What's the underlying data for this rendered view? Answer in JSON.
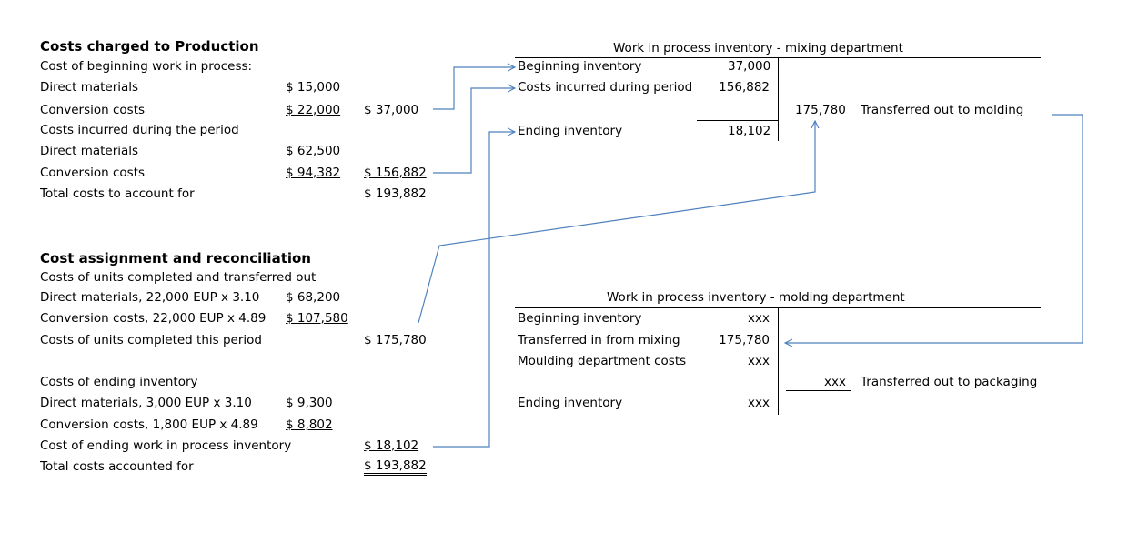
{
  "left": {
    "section1": {
      "title": "Costs charged to Production",
      "begin_header": "Cost of beginning work in process:",
      "dm_label": "Direct materials",
      "dm_value": "$  15,000",
      "cc_label": "Conversion costs",
      "cc_value": "$  22,000",
      "begin_total": "$  37,000",
      "incurred_header": "Costs incurred during the period",
      "dm2_label": "Direct materials",
      "dm2_value": "$  62,500",
      "cc2_label": "Conversion costs",
      "cc2_value": "$  94,382",
      "incurred_total": "$ 156,882",
      "total_label": "Total costs to account for",
      "total_value": "$ 193,882"
    },
    "section2": {
      "title": "Cost assignment and reconciliation",
      "completed_header": "Costs of units completed and transferred out",
      "dm_label": "Direct materials, 22,000 EUP x 3.10",
      "dm_value": "$  68,200",
      "cc_label": "Conversion costs, 22,000 EUP x 4.89",
      "cc_value": "$ 107,580",
      "completed_label": "Costs of units completed this period",
      "completed_value": "$ 175,780",
      "ending_header": "Costs of ending inventory",
      "edm_label": "Direct materials, 3,000 EUP x 3.10",
      "edm_value": "$    9,300",
      "ecc_label": "Conversion costs, 1,800 EUP x 4.89",
      "ecc_value": "$    8,802",
      "ending_label": "Cost of ending work in process inventory",
      "ending_value": "$  18,102",
      "total_label": "Total costs accounted for",
      "total_value": "$ 193,882"
    }
  },
  "mixing": {
    "title": "Work in process inventory - mixing department",
    "beginning_label": "Beginning inventory",
    "beginning_value": "37,000",
    "incurred_label": "Costs incurred during period",
    "incurred_value": "156,882",
    "transferred_value": "175,780",
    "transferred_label": "Transferred out to molding",
    "ending_label": "Ending inventory",
    "ending_value": "18,102"
  },
  "molding": {
    "title": "Work in process inventory - molding department",
    "beginning_label": "Beginning inventory",
    "beginning_value": "xxx",
    "transferred_in_label": "Transferred in from mixing",
    "transferred_in_value": "175,780",
    "dept_label": "Moulding department costs",
    "dept_value": "xxx",
    "out_value": "xxx",
    "out_label": "Transferred out to packaging",
    "ending_label": "Ending inventory",
    "ending_value": "xxx"
  },
  "colors": {
    "arrow": "#4f81bd",
    "text": "#000000"
  }
}
